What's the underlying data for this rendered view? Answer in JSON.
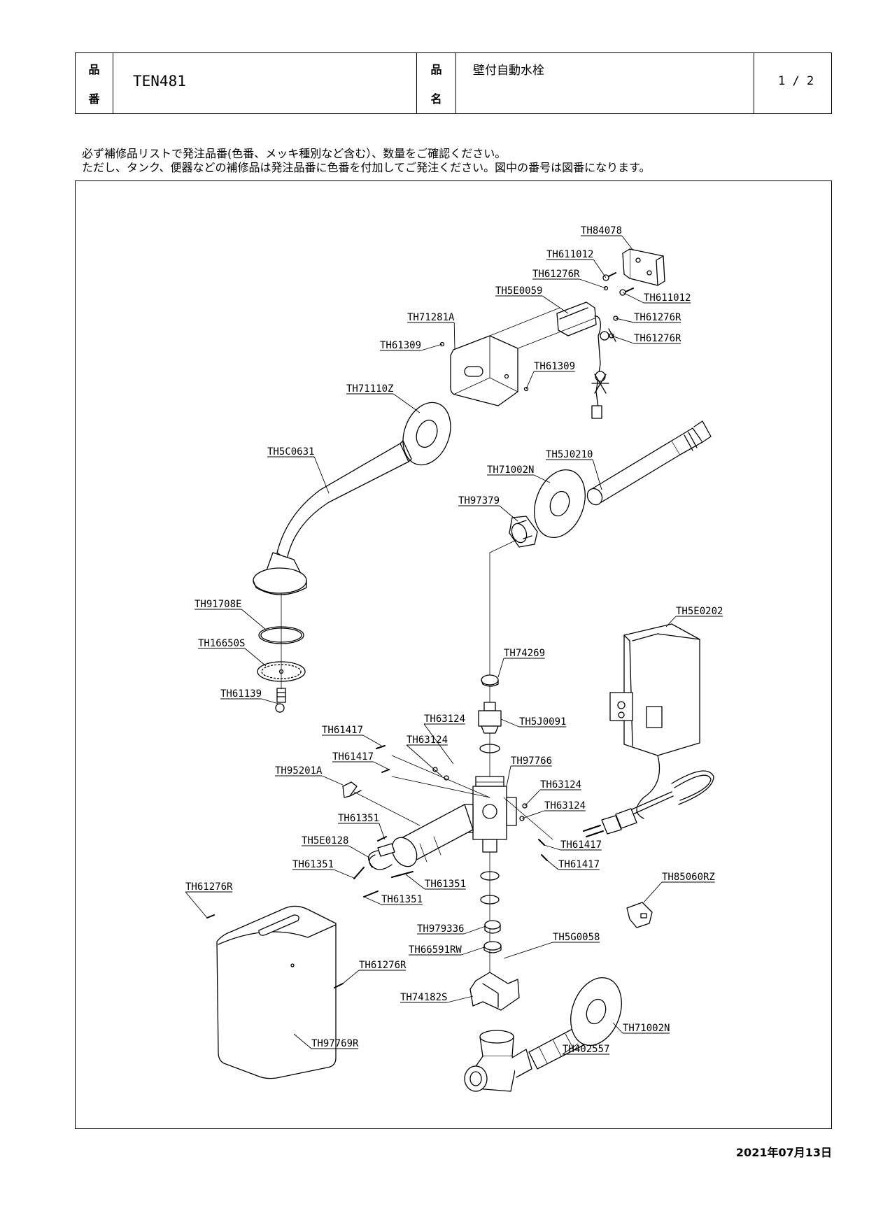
{
  "header": {
    "code_label_1": "品",
    "code_label_2": "番",
    "product_code": "TEN481",
    "name_label_1": "品",
    "name_label_2": "名",
    "product_name": "壁付自動水栓",
    "page": "1 / 2"
  },
  "notes": {
    "line1": "必ず補修品リストで発注品番(色番、メッキ種別など含む）、数量をご確認ください。",
    "line2": "ただし、タンク、便器などの補修品は発注品番に色番を付加してご発注ください。図中の番号は図番になります。"
  },
  "parts": [
    {
      "id": "TH84078"
    },
    {
      "id": "TH611012"
    },
    {
      "id": "TH61276R"
    },
    {
      "id": "TH611012"
    },
    {
      "id": "TH5E0059"
    },
    {
      "id": "TH61276R"
    },
    {
      "id": "TH71281A"
    },
    {
      "id": "TH61276R"
    },
    {
      "id": "TH61309"
    },
    {
      "id": "TH61309"
    },
    {
      "id": "TH71110Z"
    },
    {
      "id": "TH5C0631"
    },
    {
      "id": "TH5J0210"
    },
    {
      "id": "TH71002N"
    },
    {
      "id": "TH97379"
    },
    {
      "id": "TH5E0202"
    },
    {
      "id": "TH91708E"
    },
    {
      "id": "TH16650S"
    },
    {
      "id": "TH74269"
    },
    {
      "id": "TH61139"
    },
    {
      "id": "TH63124"
    },
    {
      "id": "TH5J0091"
    },
    {
      "id": "TH61417"
    },
    {
      "id": "TH63124"
    },
    {
      "id": "TH61417"
    },
    {
      "id": "TH97766"
    },
    {
      "id": "TH95201A"
    },
    {
      "id": "TH63124"
    },
    {
      "id": "TH63124"
    },
    {
      "id": "TH61351"
    },
    {
      "id": "TH5E0128"
    },
    {
      "id": "TH61417"
    },
    {
      "id": "TH61351"
    },
    {
      "id": "TH61417"
    },
    {
      "id": "TH61351"
    },
    {
      "id": "TH85060RZ"
    },
    {
      "id": "TH61276R"
    },
    {
      "id": "TH61351"
    },
    {
      "id": "TH979336"
    },
    {
      "id": "TH5G0058"
    },
    {
      "id": "TH66591RW"
    },
    {
      "id": "TH61276R"
    },
    {
      "id": "TH74182S"
    },
    {
      "id": "TH71002N"
    },
    {
      "id": "TH402557"
    },
    {
      "id": "TH97769R"
    }
  ],
  "date": "2021年07月13日"
}
